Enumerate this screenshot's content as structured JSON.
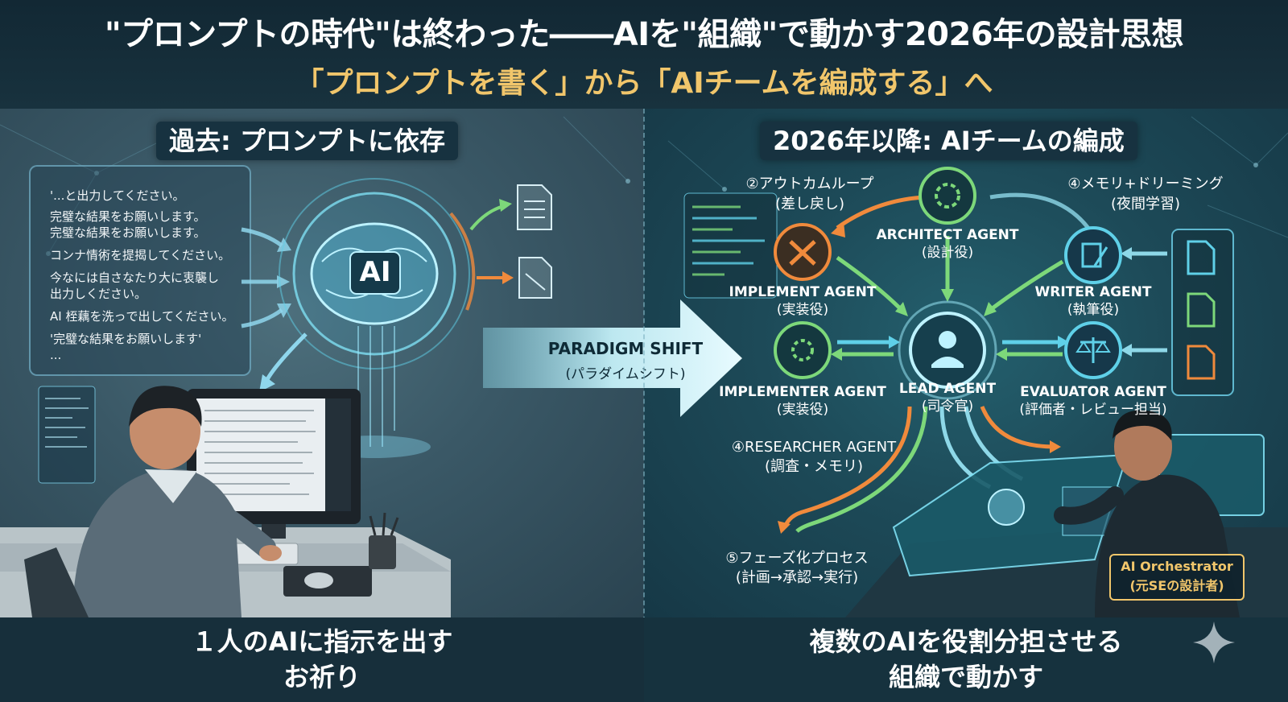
{
  "header": {
    "title": "\"プロンプトの時代\"は終わった――AIを\"組織\"で動かす2026年の設計思想",
    "subtitle": "「プロンプトを書く」から「AIチームを編成する」へ"
  },
  "left": {
    "label": "過去: プロンプトに依存",
    "prompt_lines": [
      "'...と出力してください。",
      "完璧な結果をお願いします。",
      "完璧な結果をお願いします。",
      "コンナ情術を提揭してください。",
      "今なには自さなたり大に衷襲し",
      "出力しください。",
      "AI 桎藕を洗っで出してください。",
      "'完璧な結果をお願いします'",
      "..."
    ],
    "brain_text": "AI",
    "bottom_line1": "１人のAIに指示を出す",
    "bottom_line2": "お祈り"
  },
  "shift": {
    "label": "PARADIGM SHIFT",
    "sub": "(パラダイムシフト)"
  },
  "right": {
    "label": "2026年以降: AIチームの編成",
    "agents": {
      "architect": {
        "name": "ARCHITECT AGENT",
        "role": "(設計役)"
      },
      "implement": {
        "name": "IMPLEMENT AGENT",
        "role": "(実装役)"
      },
      "writer": {
        "name": "WRITER AGENT",
        "role": "(執筆役)"
      },
      "lead": {
        "name": "LEAD AGENT",
        "role": "(司令官)"
      },
      "implementer": {
        "name": "IMPLEMENTER AGENT",
        "role": "(実装役)"
      },
      "evaluator": {
        "name": "EVALUATOR AGENT",
        "role": "(評価者・レビュー担当)"
      }
    },
    "notes": {
      "outcome": "②アウトカムループ",
      "outcome_sub": "(差し戻し)",
      "memory": "④メモリ+ドリーミング",
      "memory_sub": "(夜間学習)",
      "researcher": "④RESEARCHER AGENT",
      "researcher_sub": "(調査・メモリ)",
      "phase": "⑤フェーズ化プロセス",
      "phase_sub": "(計画→承認→実行)"
    },
    "orchestrator_line1": "AI Orchestrator",
    "orchestrator_line2": "(元SEの設計者)",
    "bottom_line1": "複数のAIを役割分担させる",
    "bottom_line2": "組織で動かす"
  },
  "colors": {
    "accent_gold": "#f1c66b",
    "orange": "#f08a3c",
    "green": "#7dd87a",
    "cyan": "#5fd0e8"
  }
}
